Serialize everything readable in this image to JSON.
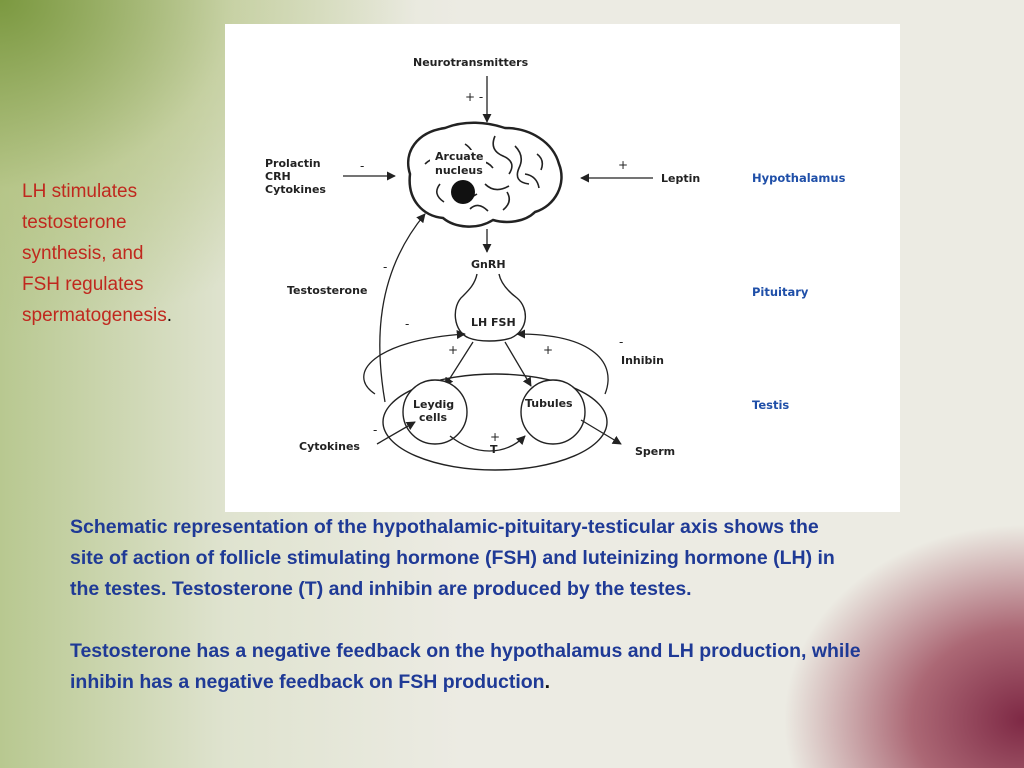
{
  "side_note": {
    "lines": [
      "LH stimulates",
      "testosterone",
      "synthesis, and",
      "FSH regulates",
      "spermatogenesis"
    ],
    "period": "."
  },
  "diagram": {
    "top_input": "Neurotransmitters",
    "top_signs": "+   -",
    "brain_label_1": "Arcuate",
    "brain_label_2": "nucleus",
    "left_inputs": [
      "Prolactin",
      "CRH",
      "Cytokines"
    ],
    "left_sign": "-",
    "right_input": "Leptin",
    "right_sign": "+",
    "gnrh": "GnRH",
    "pituitary_label": "LH FSH",
    "testosterone": "Testosterone",
    "testosterone_sign": "-",
    "loop_sign": "-",
    "plus_left": "+",
    "plus_right": "+",
    "inhibin": "Inhibin",
    "inhibin_sign": "-",
    "leydig_1": "Leydig",
    "leydig_2": "cells",
    "tubules": "Tubules",
    "cytokines_bottom": "Cytokines",
    "cytokines_sign": "-",
    "t_plus": "+",
    "t_label": "T",
    "sperm": "Sperm",
    "regions": [
      "Hypothalamus",
      "Pituitary",
      "Testis"
    ],
    "colors": {
      "region_text": "#1f4fa8",
      "line": "#222222"
    }
  },
  "caption": {
    "para1": [
      "Schematic representation of the hypothalamic-pituitary-testicular axis shows the",
      "site of action of follicle stimulating hormone (FSH) and luteinizing hormone (LH) in",
      "the testes. Testosterone (T) and inhibin are produced by the testes."
    ],
    "para2": [
      "Testosterone has a negative feedback on the hypothalamus and LH production, while",
      "inhibin has a negative feedback on FSH production"
    ],
    "period": "."
  }
}
